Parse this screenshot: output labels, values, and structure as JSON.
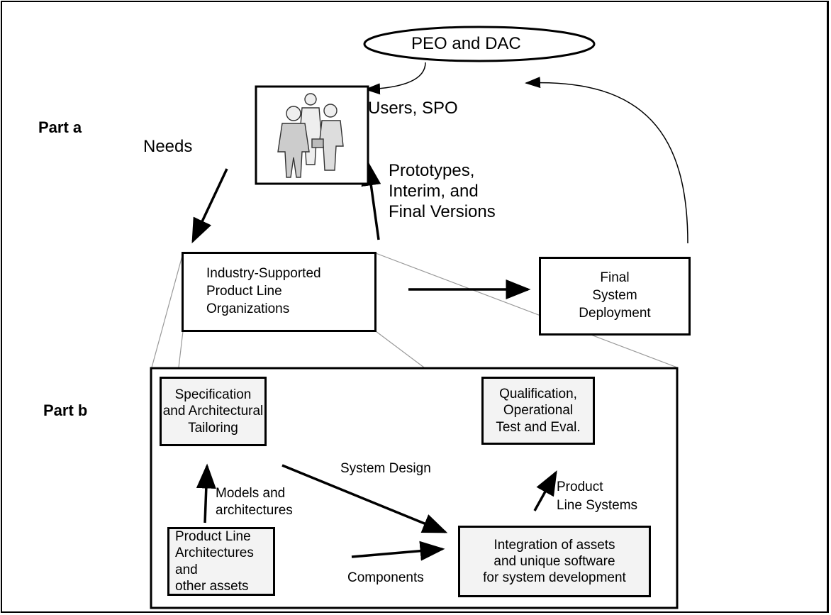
{
  "part_labels": {
    "a": "Part a",
    "b": "Part b"
  },
  "peo_dac": "PEO and DAC",
  "users_spo": "Users, SPO",
  "needs": "Needs",
  "prototypes": "Prototypes,\nInterim, and\nFinal Versions",
  "industry_box": "Industry-Supported\nProduct Line\nOrganizations",
  "final_deploy": "Final\nSystem\nDeployment",
  "spec_box": "Specification\nand Architectural\nTailoring",
  "qual_box": "Qualification,\nOperational\nTest and Eval.",
  "system_design": "System Design",
  "models_arch": "Models and\narchitectures",
  "product_line_systems": "Product\nLine Systems",
  "pla_box": "Product Line\nArchitectures and\nother assets",
  "components": "Components",
  "integration_box": "Integration of assets\nand unique software\nfor system development"
}
